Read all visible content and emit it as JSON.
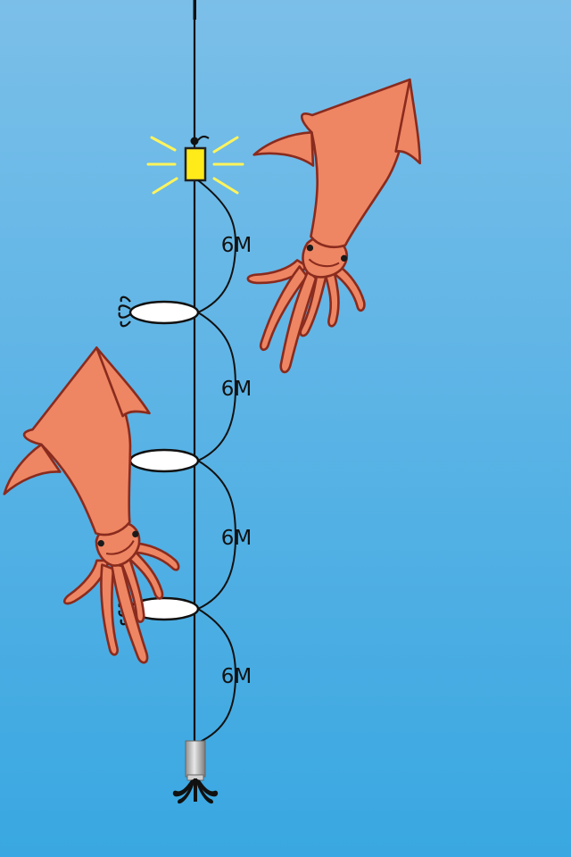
{
  "rig": {
    "segments": [
      {
        "length_label": "6M"
      },
      {
        "length_label": "6M"
      },
      {
        "length_label": "6M"
      },
      {
        "length_label": "6M"
      }
    ],
    "lures_count": 3
  },
  "colors": {
    "water_top": "#7BBFE9",
    "water_bottom": "#39A7E1",
    "line": "#111111",
    "squid_body": "#EE8663",
    "squid_outline": "#8A2B1E",
    "light_body": "#FFEB1A",
    "light_rays": "#FFF45C",
    "lure_fill": "#FFFFFF",
    "sinker": "#B0B0B0"
  },
  "icons": {
    "squid": "squid-icon",
    "light": "fishing-light-icon",
    "lure": "squid-lure-icon",
    "jig": "squid-jig-icon"
  }
}
